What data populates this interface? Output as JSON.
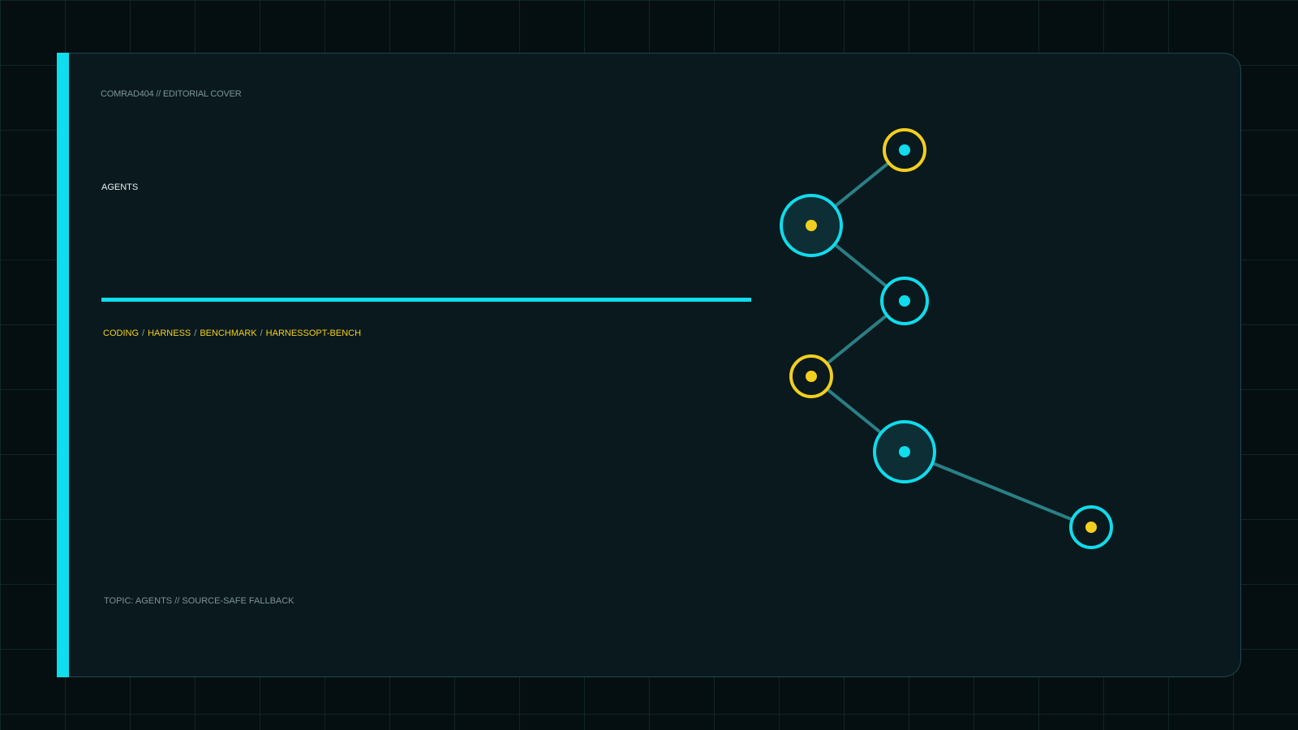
{
  "eyebrow": "COMRAD404 // EDITORIAL COVER",
  "section_title": "AGENTS",
  "tags": [
    "CODING",
    "HARNESS",
    "BENCHMARK",
    "HARNESSOPT-BENCH"
  ],
  "tag_separator": "/",
  "footer": "TOPIC: AGENTS // SOURCE-SAFE FALLBACK",
  "colors": {
    "accent": "#0fdcec",
    "highlight": "#f2cf1f",
    "edge": "#2a7f86",
    "card": "#0a191d",
    "background": "#050e10"
  },
  "graph": {
    "nodes": [
      {
        "id": "n1",
        "size": "small",
        "ring": "highlight",
        "dot": "accent"
      },
      {
        "id": "n2",
        "size": "large",
        "ring": "accent",
        "dot": "highlight"
      },
      {
        "id": "n3",
        "size": "medium",
        "ring": "accent",
        "dot": "accent"
      },
      {
        "id": "n4",
        "size": "small",
        "ring": "highlight",
        "dot": "highlight"
      },
      {
        "id": "n5",
        "size": "large",
        "ring": "accent",
        "dot": "accent"
      },
      {
        "id": "n6",
        "size": "small",
        "ring": "accent",
        "dot": "highlight"
      }
    ],
    "edges": [
      [
        "n1",
        "n2"
      ],
      [
        "n2",
        "n3"
      ],
      [
        "n3",
        "n4"
      ],
      [
        "n4",
        "n5"
      ],
      [
        "n5",
        "n6"
      ]
    ]
  }
}
